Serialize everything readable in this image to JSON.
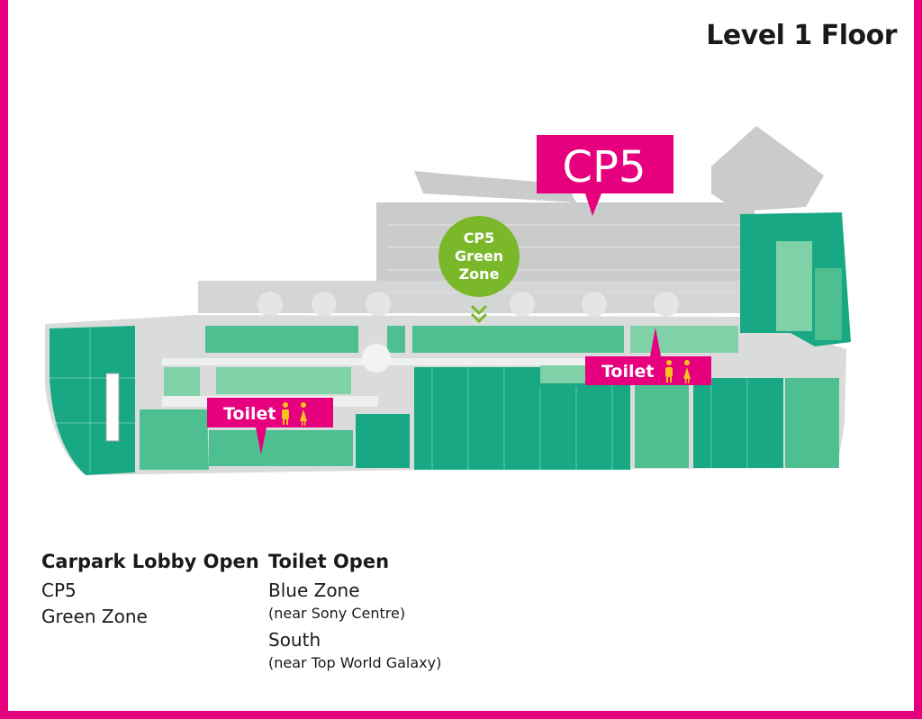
{
  "floor_title": "Level 1 Floor",
  "colors": {
    "frame": "#e6007e",
    "callout": "#e6007e",
    "green_zone": "#7ab829",
    "shop_dark": "#18a883",
    "shop_mid": "#4dbf91",
    "shop_light": "#7fd1a7",
    "carpark": "#c9cccb",
    "toilet_icon": "#f7c21b"
  },
  "map": {
    "cp5_callout": "CP5",
    "green_zone_marker": {
      "line1": "CP5",
      "line2": "Green",
      "line3": "Zone"
    },
    "toilet_callouts": [
      {
        "label": "Toilet",
        "icon": "toilet-icon"
      },
      {
        "label": "Toilet",
        "icon": "toilet-icon"
      }
    ]
  },
  "legend": {
    "carpark": {
      "heading": "Carpark Lobby Open",
      "items": [
        "CP5",
        "Green Zone"
      ]
    },
    "toilet": {
      "heading": "Toilet Open",
      "entries": [
        {
          "zone": "Blue Zone",
          "note": "(near Sony Centre)"
        },
        {
          "zone": "South",
          "note": "(near Top World Galaxy)"
        }
      ]
    }
  }
}
